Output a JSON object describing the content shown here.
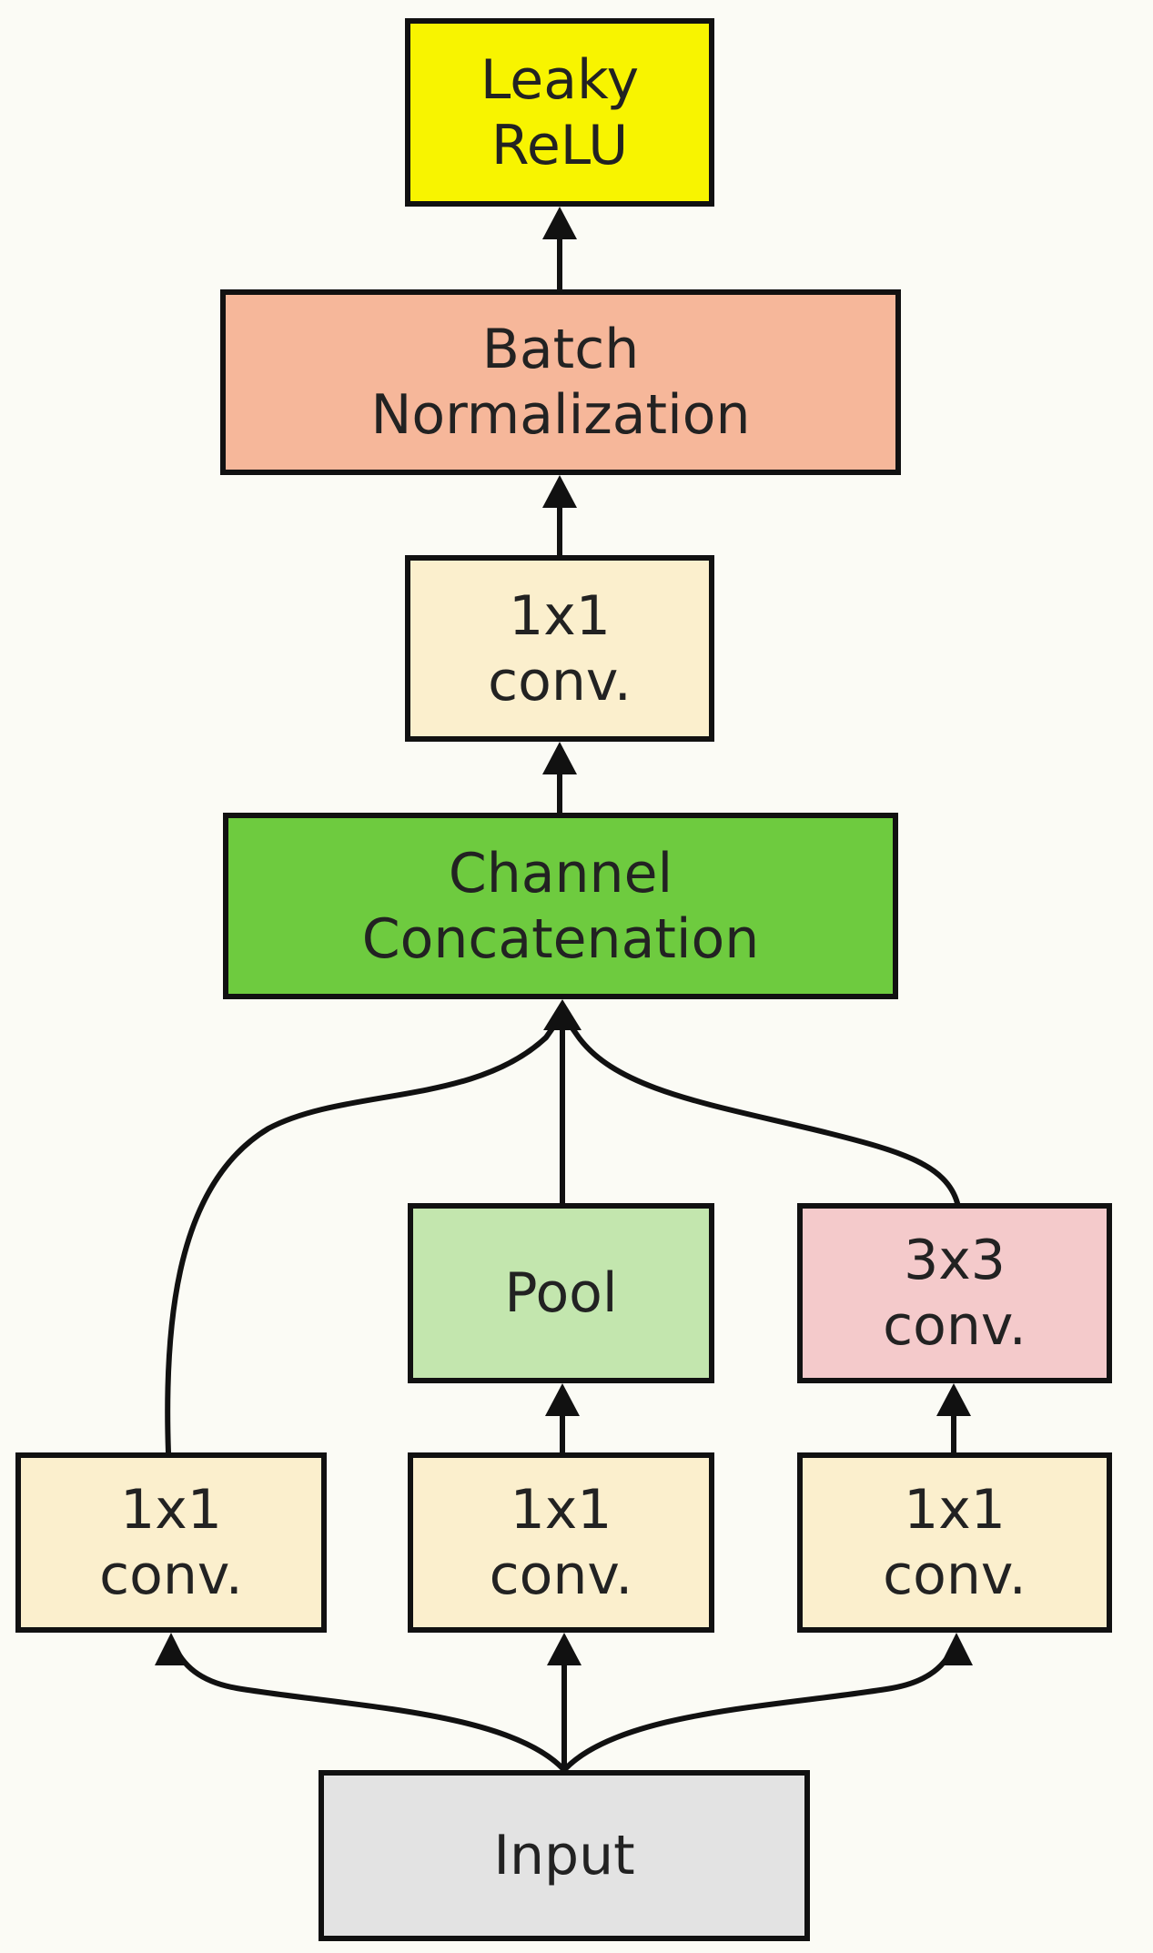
{
  "nodes": {
    "leaky_relu": {
      "label": "Leaky\nReLU",
      "color": "#f8f400"
    },
    "batch_norm": {
      "label": "Batch\nNormalization",
      "color": "#f6b79a"
    },
    "conv_top": {
      "label": "1x1\nconv.",
      "color": "#fbefcd"
    },
    "concat": {
      "label": "Channel\nConcatenation",
      "color": "#6ecb3f"
    },
    "pool": {
      "label": "Pool",
      "color": "#c3e6ae"
    },
    "conv3x3": {
      "label": "3x3\nconv.",
      "color": "#f4cacb"
    },
    "conv_left": {
      "label": "1x1\nconv.",
      "color": "#fbefcd"
    },
    "conv_mid": {
      "label": "1x1\nconv.",
      "color": "#fbefcd"
    },
    "conv_right": {
      "label": "1x1\nconv.",
      "color": "#fbefcd"
    },
    "input": {
      "label": "Input",
      "color": "#e3e3e3"
    }
  },
  "edges": [
    {
      "from": "input",
      "to": "conv_left"
    },
    {
      "from": "input",
      "to": "conv_mid"
    },
    {
      "from": "input",
      "to": "conv_right"
    },
    {
      "from": "conv_left",
      "to": "concat"
    },
    {
      "from": "conv_mid",
      "to": "pool"
    },
    {
      "from": "pool",
      "to": "concat"
    },
    {
      "from": "conv_right",
      "to": "conv3x3"
    },
    {
      "from": "conv3x3",
      "to": "concat"
    },
    {
      "from": "concat",
      "to": "conv_top"
    },
    {
      "from": "conv_top",
      "to": "batch_norm"
    },
    {
      "from": "batch_norm",
      "to": "leaky_relu"
    }
  ],
  "colors": {
    "background": "#fbfbf5",
    "stroke": "#111111",
    "text": "#222222"
  }
}
